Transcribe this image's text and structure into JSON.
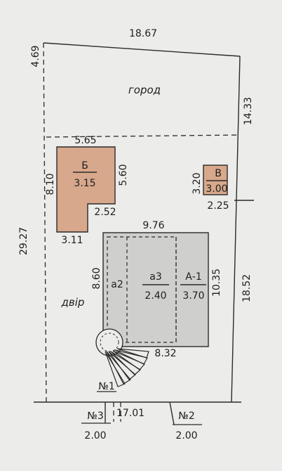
{
  "plot": {
    "top_length": "18.67",
    "left_upper": "4.69",
    "right_upper": "14.33",
    "left_main": "29.27",
    "right_lower": "18.52",
    "bottom_length": "17.01",
    "garden_label": "город",
    "yard_label": "двір"
  },
  "buildings": {
    "b": {
      "name": "Б",
      "area": "3.15",
      "top": "5.65",
      "left": "8.10",
      "right": "5.60",
      "step": "2.52",
      "bottom": "3.11",
      "fill": "#d7a88b"
    },
    "v": {
      "name": "В",
      "area": "3.00",
      "left": "3.20",
      "bottom": "2.25",
      "fill": "#d7a88b"
    },
    "house": {
      "a1": "А-1",
      "a1_area": "3.70",
      "a3": "а3",
      "a3_area": "2.40",
      "a2": "а2",
      "top": "9.76",
      "left": "8.60",
      "right": "10.35",
      "bottom": "8.32",
      "fill": "#cfcfcd"
    }
  },
  "markers": {
    "n1": "№1",
    "n2": "№2",
    "n2_len": "2.00",
    "n3": "№3",
    "n3_len": "2.00"
  }
}
